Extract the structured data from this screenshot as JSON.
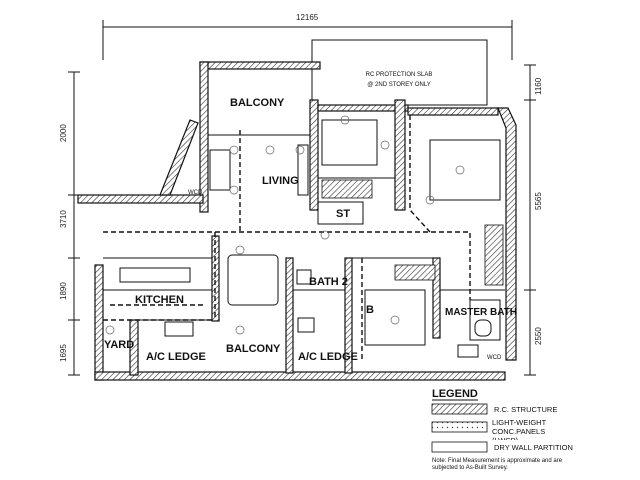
{
  "dimensions": {
    "overall_width": "12165",
    "left_heights": [
      "2000",
      "3710",
      "1890",
      "1695"
    ],
    "right_heights": [
      "1160",
      "5565",
      "2550"
    ]
  },
  "slab_note": {
    "line1": "RC PROTECTION SLAB",
    "line2": "@ 2ND STOREY ONLY"
  },
  "rooms": {
    "balcony_top": "BALCONY",
    "living": "LIVING",
    "store": "ST",
    "kitchen": "KITCHEN",
    "bath2": "BATH 2",
    "master_bath": "MASTER BATH",
    "yard": "YARD",
    "ac_ledge_left": "A/C LEDGE",
    "balcony_bottom": "BALCONY",
    "ac_ledge_right": "A/C LEDGE",
    "bedroom_letter": "B",
    "wc_label": "WCD"
  },
  "legend": {
    "title": "LEGEND",
    "items": [
      {
        "label": "R.C. STRUCTURE"
      },
      {
        "label": "LIGHT-WEIGHT CONC.PANELS (LWCP)"
      },
      {
        "label": "DRY WALL PARTITION"
      }
    ],
    "note1": "Note: Final Measurement is approximate and are",
    "note2": "subjected to As-Built Survey."
  },
  "colors": {
    "line": "#111111",
    "hatch": "#333333",
    "fixture": "#666666"
  }
}
